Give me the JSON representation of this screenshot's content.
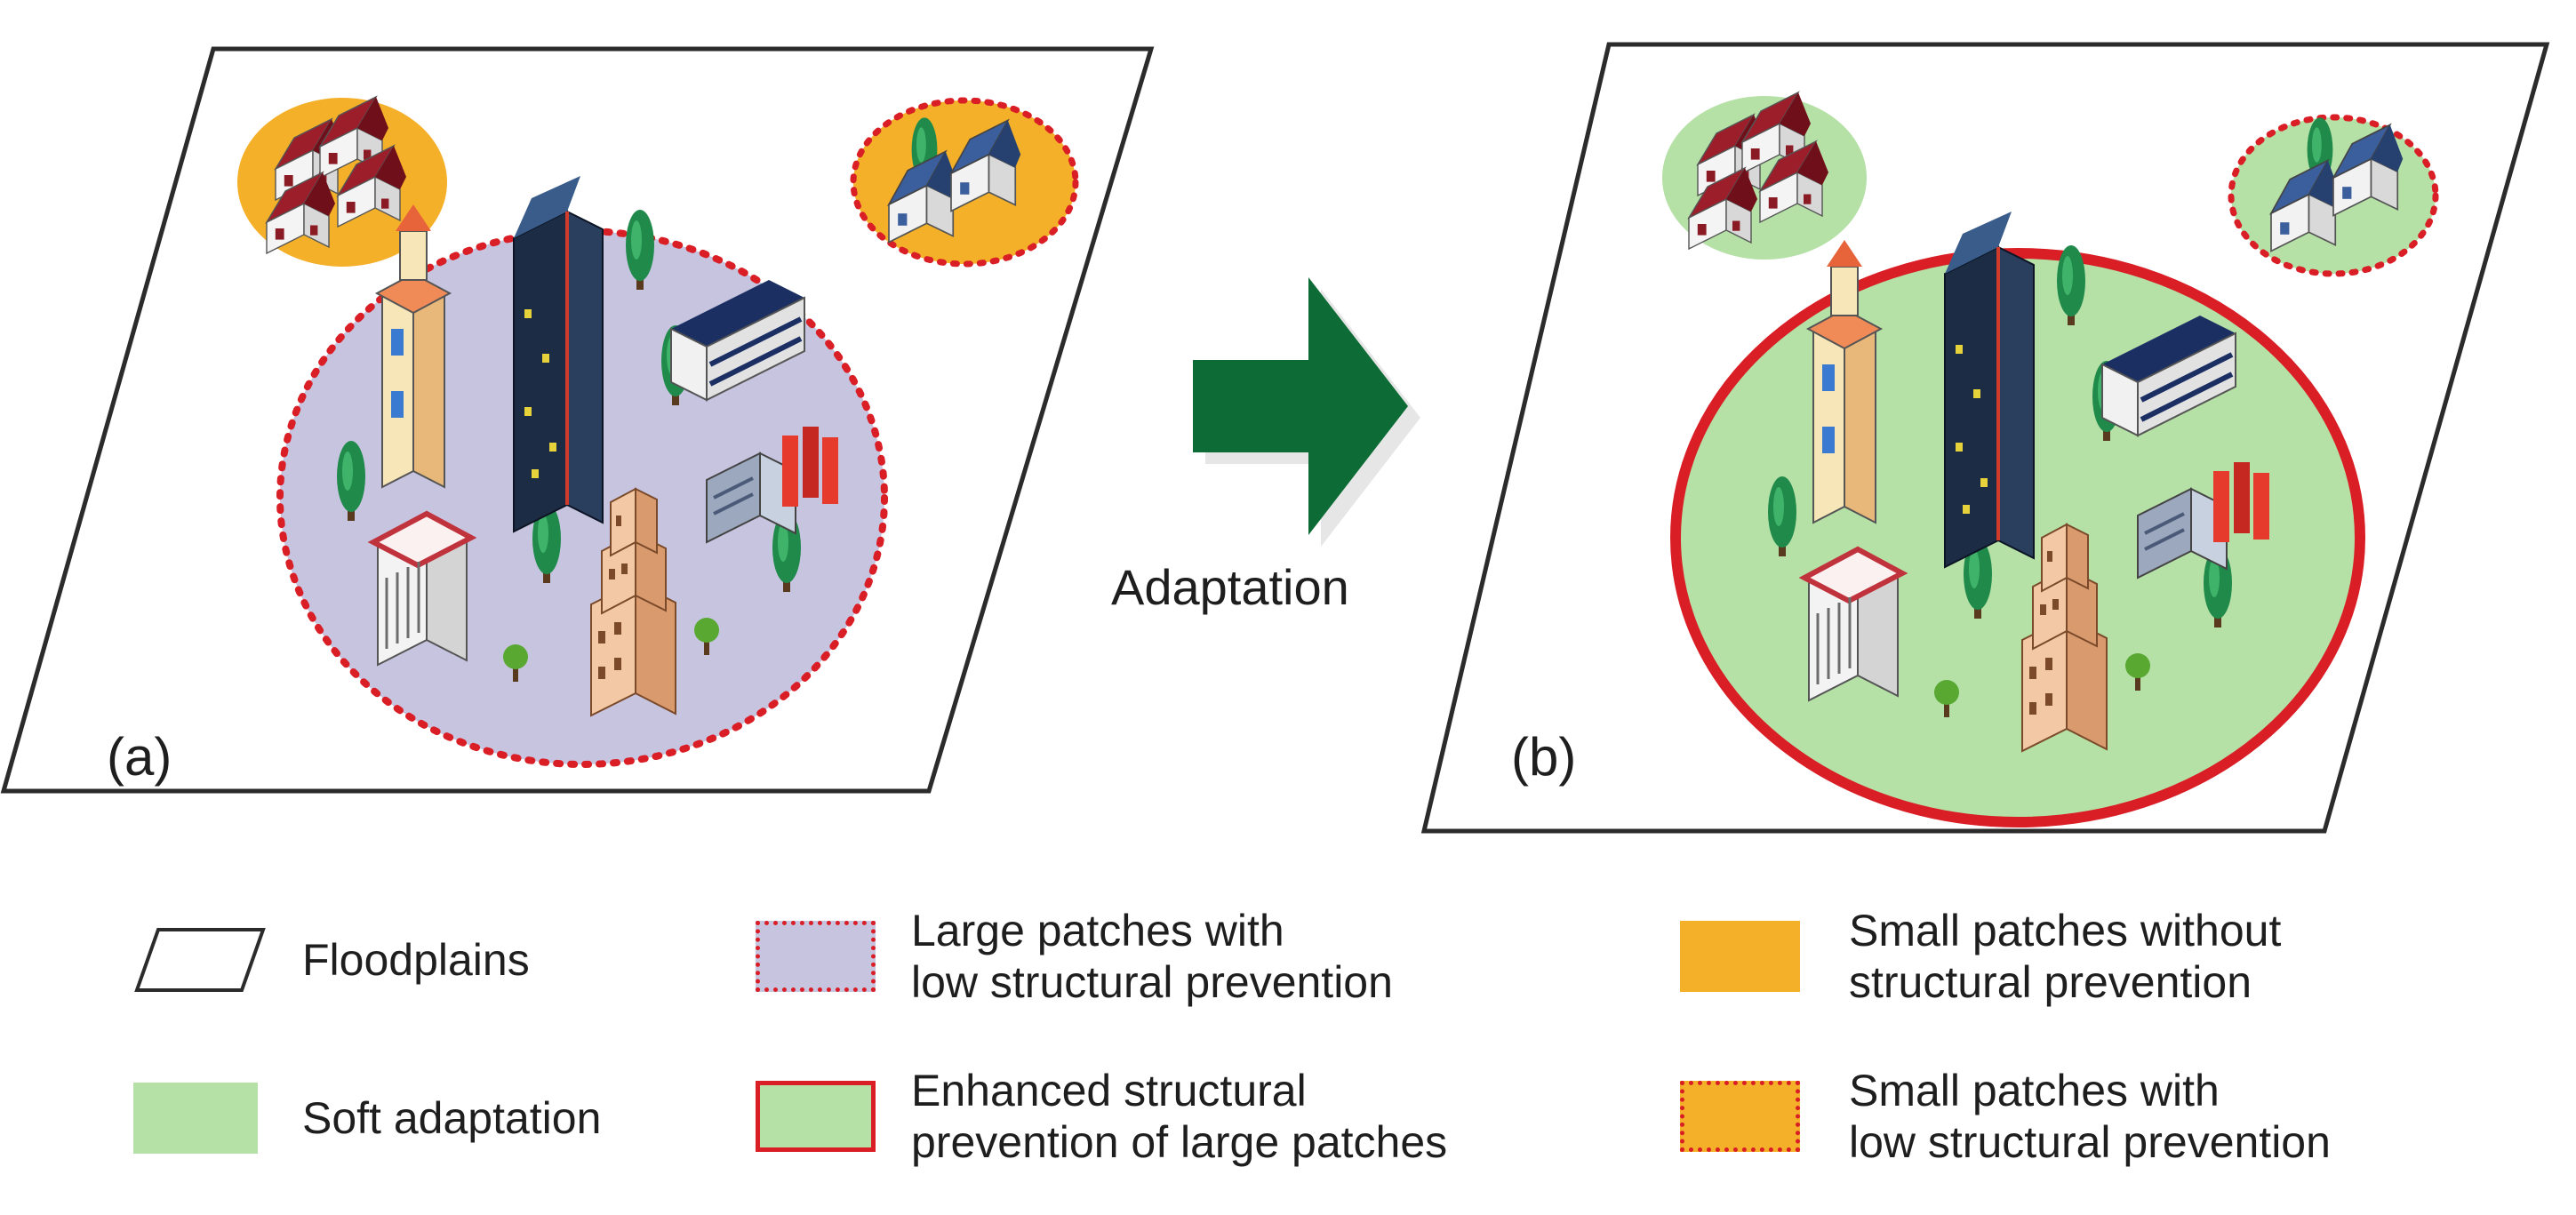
{
  "panels": {
    "a": {
      "label": "(a)"
    },
    "b": {
      "label": "(b)"
    }
  },
  "arrow": {
    "label": "Adaptation",
    "color": "#0d6b35"
  },
  "colors": {
    "floodplain_border": "#2b2b2b",
    "large_patch_fill": "#c7c4e0",
    "soft_adaptation_fill": "#b5e0a6",
    "small_patch_fill": "#f5b02a",
    "red_border": "#d91e26"
  },
  "legend": {
    "floodplains": "Floodplains",
    "soft_adaptation": "Soft adaptation",
    "large_low": "Large patches with\nlow structural prevention",
    "enhanced": "Enhanced structural\nprevention of large patches",
    "small_without": "Small patches without\nstructural prevention",
    "small_low": "Small patches with\nlow structural prevention"
  }
}
